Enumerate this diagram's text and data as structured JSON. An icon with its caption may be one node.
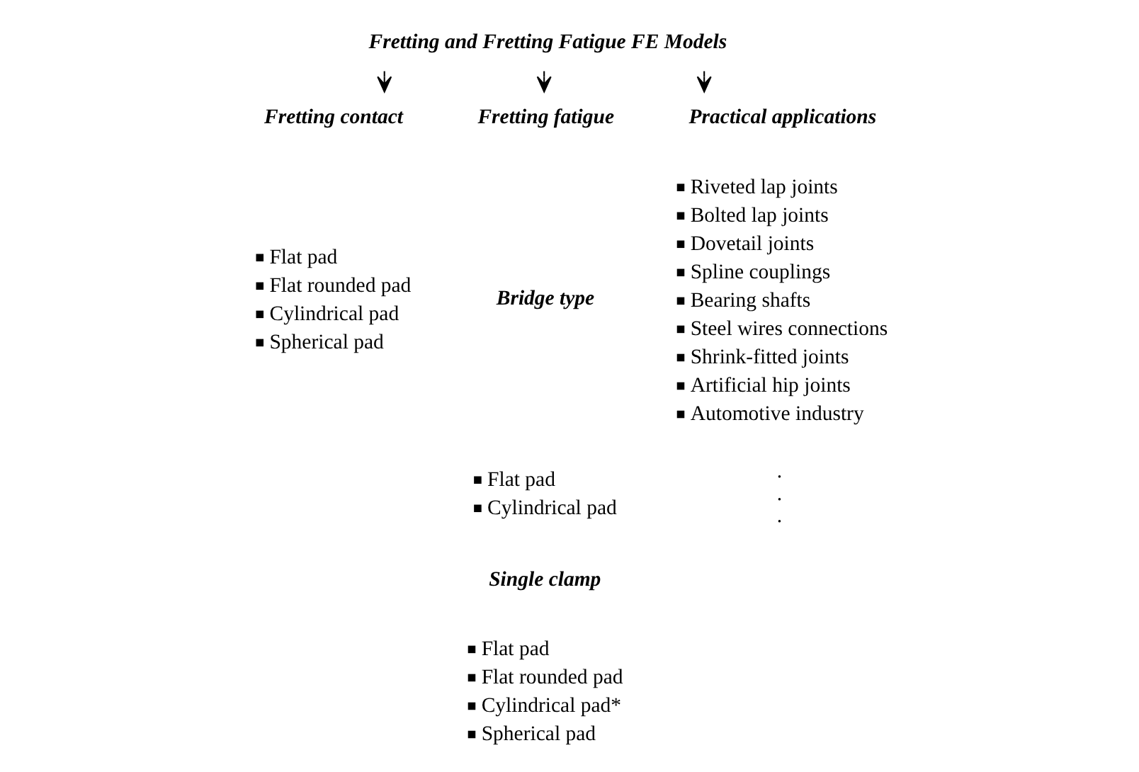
{
  "diagram": {
    "nodes": [
      {
        "text": [
          "Fretting and Fretting Fatigue FE Models"
        ]
      },
      {
        "text": [
          "Fretting contact"
        ],
        "beside": [
          "Flat pad",
          "Flat rounded pad",
          "Cylindrical pad",
          "Spherical pad"
        ]
      },
      {
        "text": [
          "Fretting fatigue"
        ]
      },
      {
        "text": [
          "Practical applications"
        ],
        "beside": [
          "Riveted lap joints",
          "Bolted lap joints",
          "Dovetail joints",
          "Spline couplings",
          "Bearing shafts",
          "Steel wires connections",
          "Shrink-fitted joints",
          "Artificial hip joints",
          "Automotive industry"
        ]
      },
      {
        "text": [
          "Bridge type"
        ],
        "beside": [
          "Flat pad",
          "Cylindrical pad"
        ]
      },
      {
        "text": [
          "Single clamp"
        ],
        "beside": [
          "Flat pad",
          "Flat rounded pad",
          "Cylindrical pad*",
          "Spherical pad"
        ]
      }
    ],
    "edges": [
      {
        "from": 0,
        "to": 1,
        "arrow": "to"
      },
      {
        "from": 0,
        "to": 2,
        "arrow": "to"
      },
      {
        "from": 0,
        "to": 3,
        "arrow": "to"
      }
    ],
    "labels": [
      ".",
      ".",
      "."
    ]
  }
}
